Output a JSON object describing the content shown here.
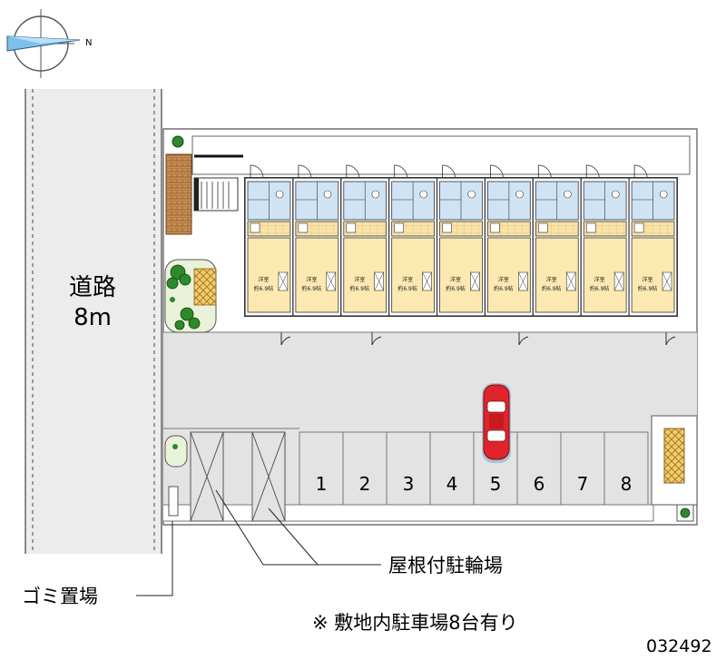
{
  "compass": {
    "north_label": "N"
  },
  "road": {
    "label": "道路",
    "width": "8m"
  },
  "parking": {
    "spaces": [
      "1",
      "2",
      "3",
      "4",
      "5",
      "6",
      "7",
      "8"
    ]
  },
  "units": {
    "count": 9,
    "room_type": "洋室",
    "room_size": "約6.9帖"
  },
  "labels": {
    "bike_parking": "屋根付駐輪場",
    "garbage": "ゴミ置場",
    "note": "※ 敷地内駐車場8台有り",
    "code": "032492"
  },
  "colors": {
    "room_fill": "#fce9b0",
    "wet_area": "#cfe3f5",
    "pavement": "#e3e3e3",
    "greenery": "#2c8a2c",
    "car": "#e0242b"
  }
}
